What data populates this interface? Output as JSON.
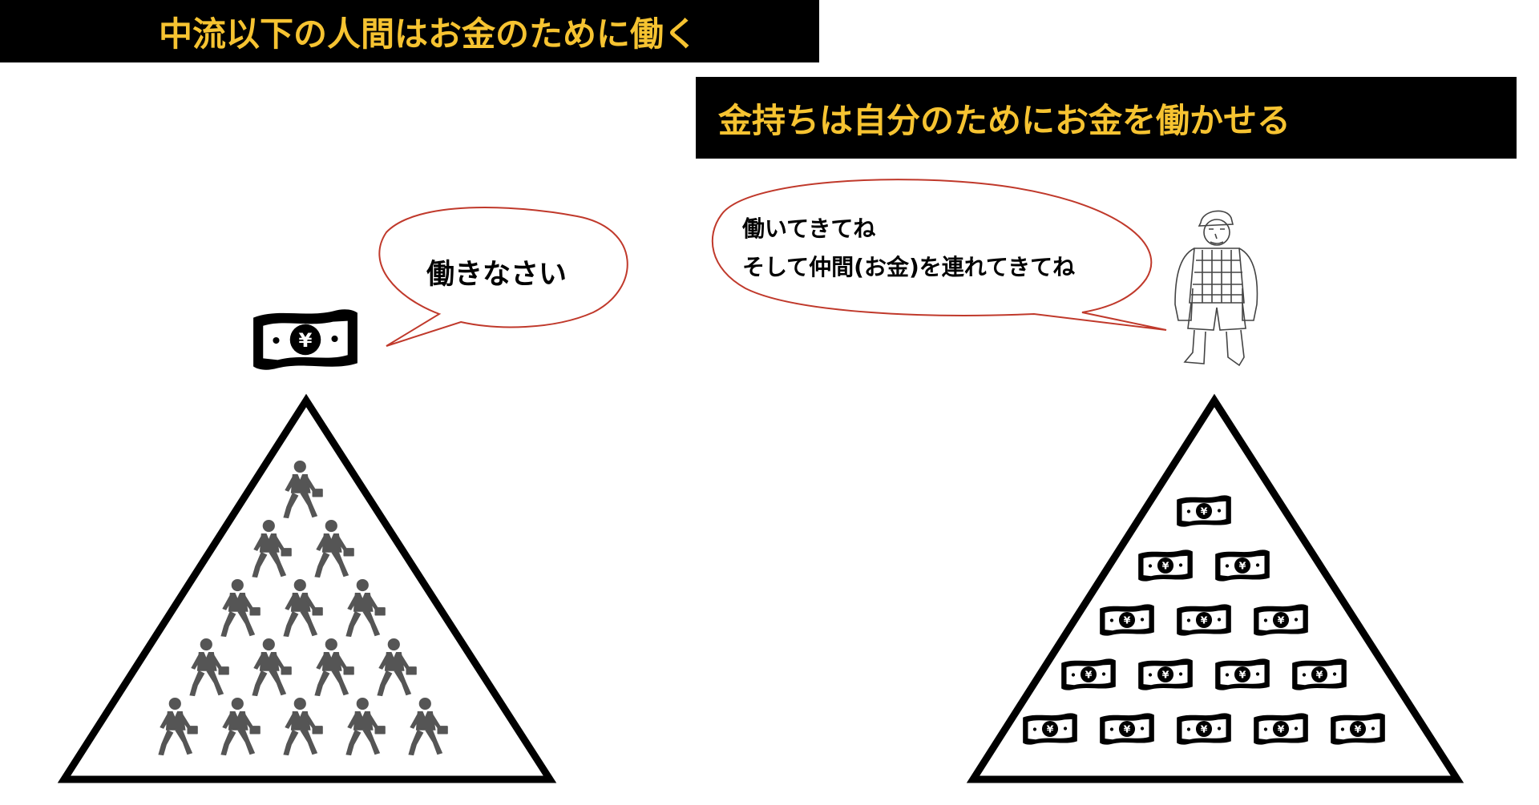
{
  "banners": {
    "left": "中流以下の人間はお金のために働く",
    "right": "金持ちは自分のためにお金を働かせる"
  },
  "speech": {
    "left": "働きなさい",
    "right_line1": "働いてきてね",
    "right_line2": "そして仲間(お金)を連れてきてね"
  },
  "currency_symbol": "¥",
  "pyramid_left": {
    "rows": [
      1,
      2,
      3,
      4,
      5
    ],
    "item_icon": "businessman-with-briefcase-icon"
  },
  "pyramid_right": {
    "rows": [
      1,
      2,
      3,
      4,
      5
    ],
    "item_icon": "yen-banknote-icon"
  },
  "colors": {
    "banner_bg": "#000000",
    "banner_text": "#f6c331",
    "bubble_outline": "#c0392b",
    "worker": "#555555"
  }
}
